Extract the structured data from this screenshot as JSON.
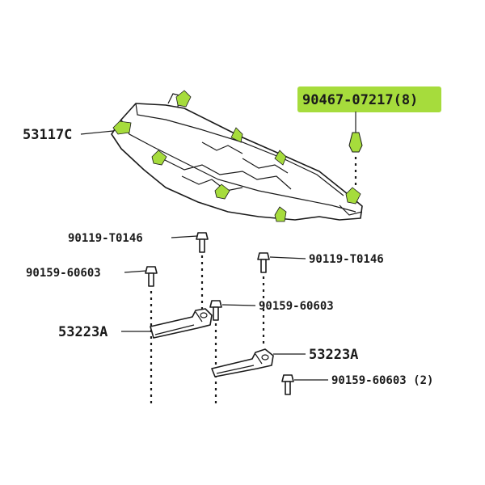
{
  "colors": {
    "highlight": "#a6dc3c",
    "ink": "#1a1a1a",
    "background": "#ffffff"
  },
  "labels": {
    "part_53117c": "53117C",
    "part_90467": "90467-07217(8)",
    "bolt_upper_left": "90119-T0146",
    "bolt_upper_right": "90119-T0146",
    "bolt_left": "90159-60603",
    "bolt_middle": "90159-60603",
    "bracket_left": "53223A",
    "bracket_right": "53223A",
    "bolt_lower_right": "90159-60603 (2)"
  }
}
